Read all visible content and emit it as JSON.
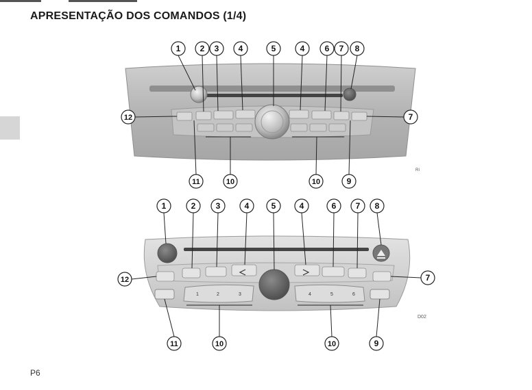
{
  "header": {
    "title": "APRESENTAÇÃO DOS COMANDOS (1/4)"
  },
  "footer": {
    "page_number": "P6"
  },
  "figure_top": {
    "callouts": [
      "1",
      "2",
      "3",
      "4",
      "5",
      "4",
      "6",
      "7",
      "8",
      "12",
      "7",
      "11",
      "10",
      "10",
      "9"
    ],
    "code": "RI"
  },
  "figure_bottom": {
    "callouts": [
      "1",
      "2",
      "3",
      "4",
      "5",
      "4",
      "6",
      "7",
      "8",
      "12",
      "7",
      "11",
      "10",
      "10",
      "9"
    ],
    "code": "D02",
    "preset_labels": [
      "1",
      "2",
      "3",
      "4",
      "5",
      "6"
    ]
  },
  "colors": {
    "panel_top": "#bcbcbc",
    "panel_bottom": "#cfcfcf",
    "ink": "#1a1a1a"
  }
}
